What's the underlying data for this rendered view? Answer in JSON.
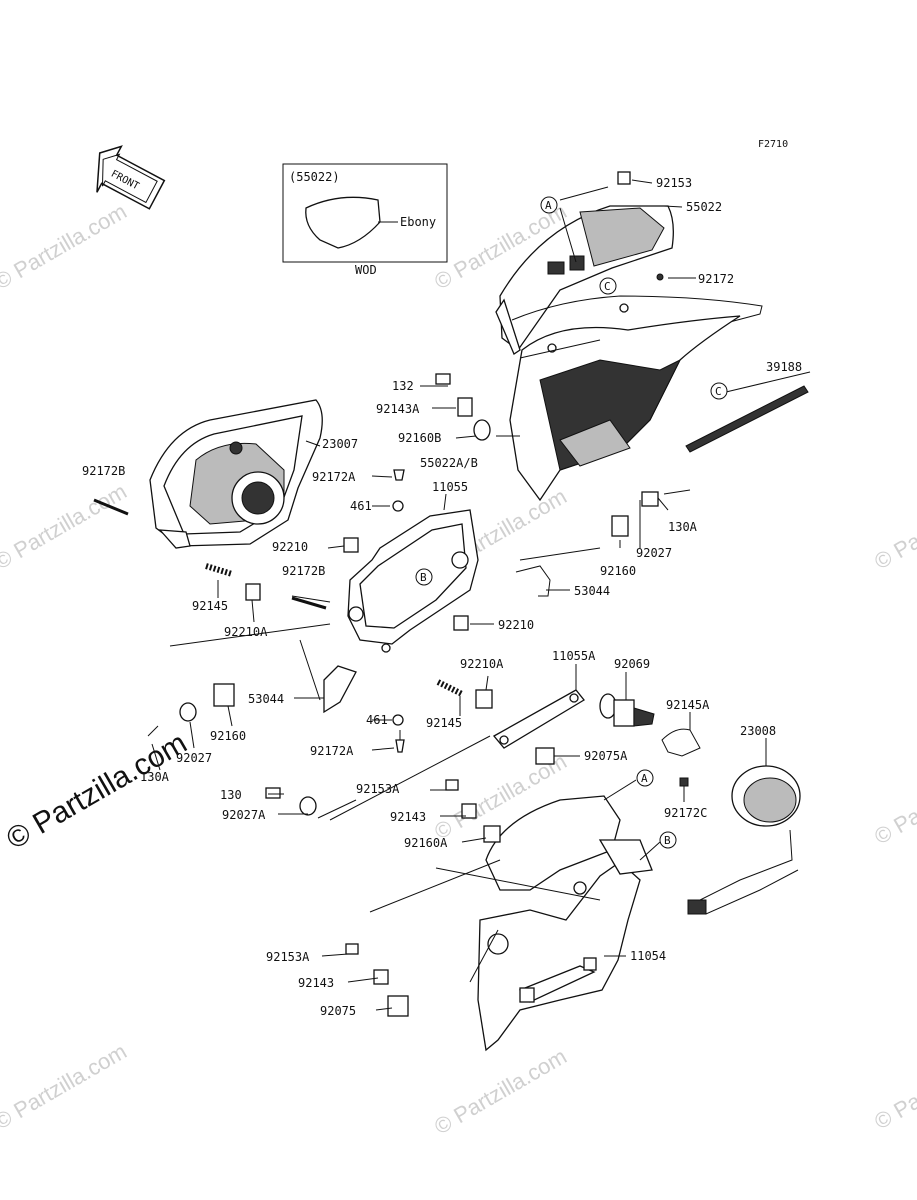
{
  "diagram_code": "F2710",
  "front_label": "FRONT",
  "inset": {
    "part_number": "(55022)",
    "variant_label": "Ebony",
    "caption": "WOD"
  },
  "watermarks": {
    "small": "© Partzilla.com",
    "main": "© Partzilla.com"
  },
  "callouts": {
    "a": "A",
    "b": "B",
    "c": "C"
  },
  "parts": {
    "p92153": "92153",
    "p55022": "55022",
    "p92172": "92172",
    "p39188": "39188",
    "p132": "132",
    "p92143A": "92143A",
    "p92160B": "92160B",
    "p55022AB": "55022A/B",
    "p23007": "23007",
    "p92172A_top": "92172A",
    "p92172B_top": "92172B",
    "p461_top": "461",
    "p11055": "11055",
    "p130A_right": "130A",
    "p92210_left": "92210",
    "p92027_right": "92027",
    "p92160_right": "92160",
    "p92172B_mid": "92172B",
    "p53044_right": "53044",
    "p92145_left": "92145",
    "p92210A_left": "92210A",
    "p92210_right": "92210",
    "p11055A": "11055A",
    "p92069": "92069",
    "p92210A_mid": "92210A",
    "p53044_left": "53044",
    "p461_bot": "461",
    "p92145_mid": "92145",
    "p92145A": "92145A",
    "p23008": "23008",
    "p92075A": "92075A",
    "p92027_left": "92027",
    "p92160_left": "92160",
    "p92172A_bot": "92172A",
    "p130A_left": "130A",
    "p92153A_top": "92153A",
    "p130": "130",
    "p92143_top": "92143",
    "p92027A": "92027A",
    "p92172C": "92172C",
    "p92160A": "92160A",
    "p11054": "11054",
    "p92153A_bot": "92153A",
    "p92143_bot": "92143",
    "p92075": "92075"
  }
}
